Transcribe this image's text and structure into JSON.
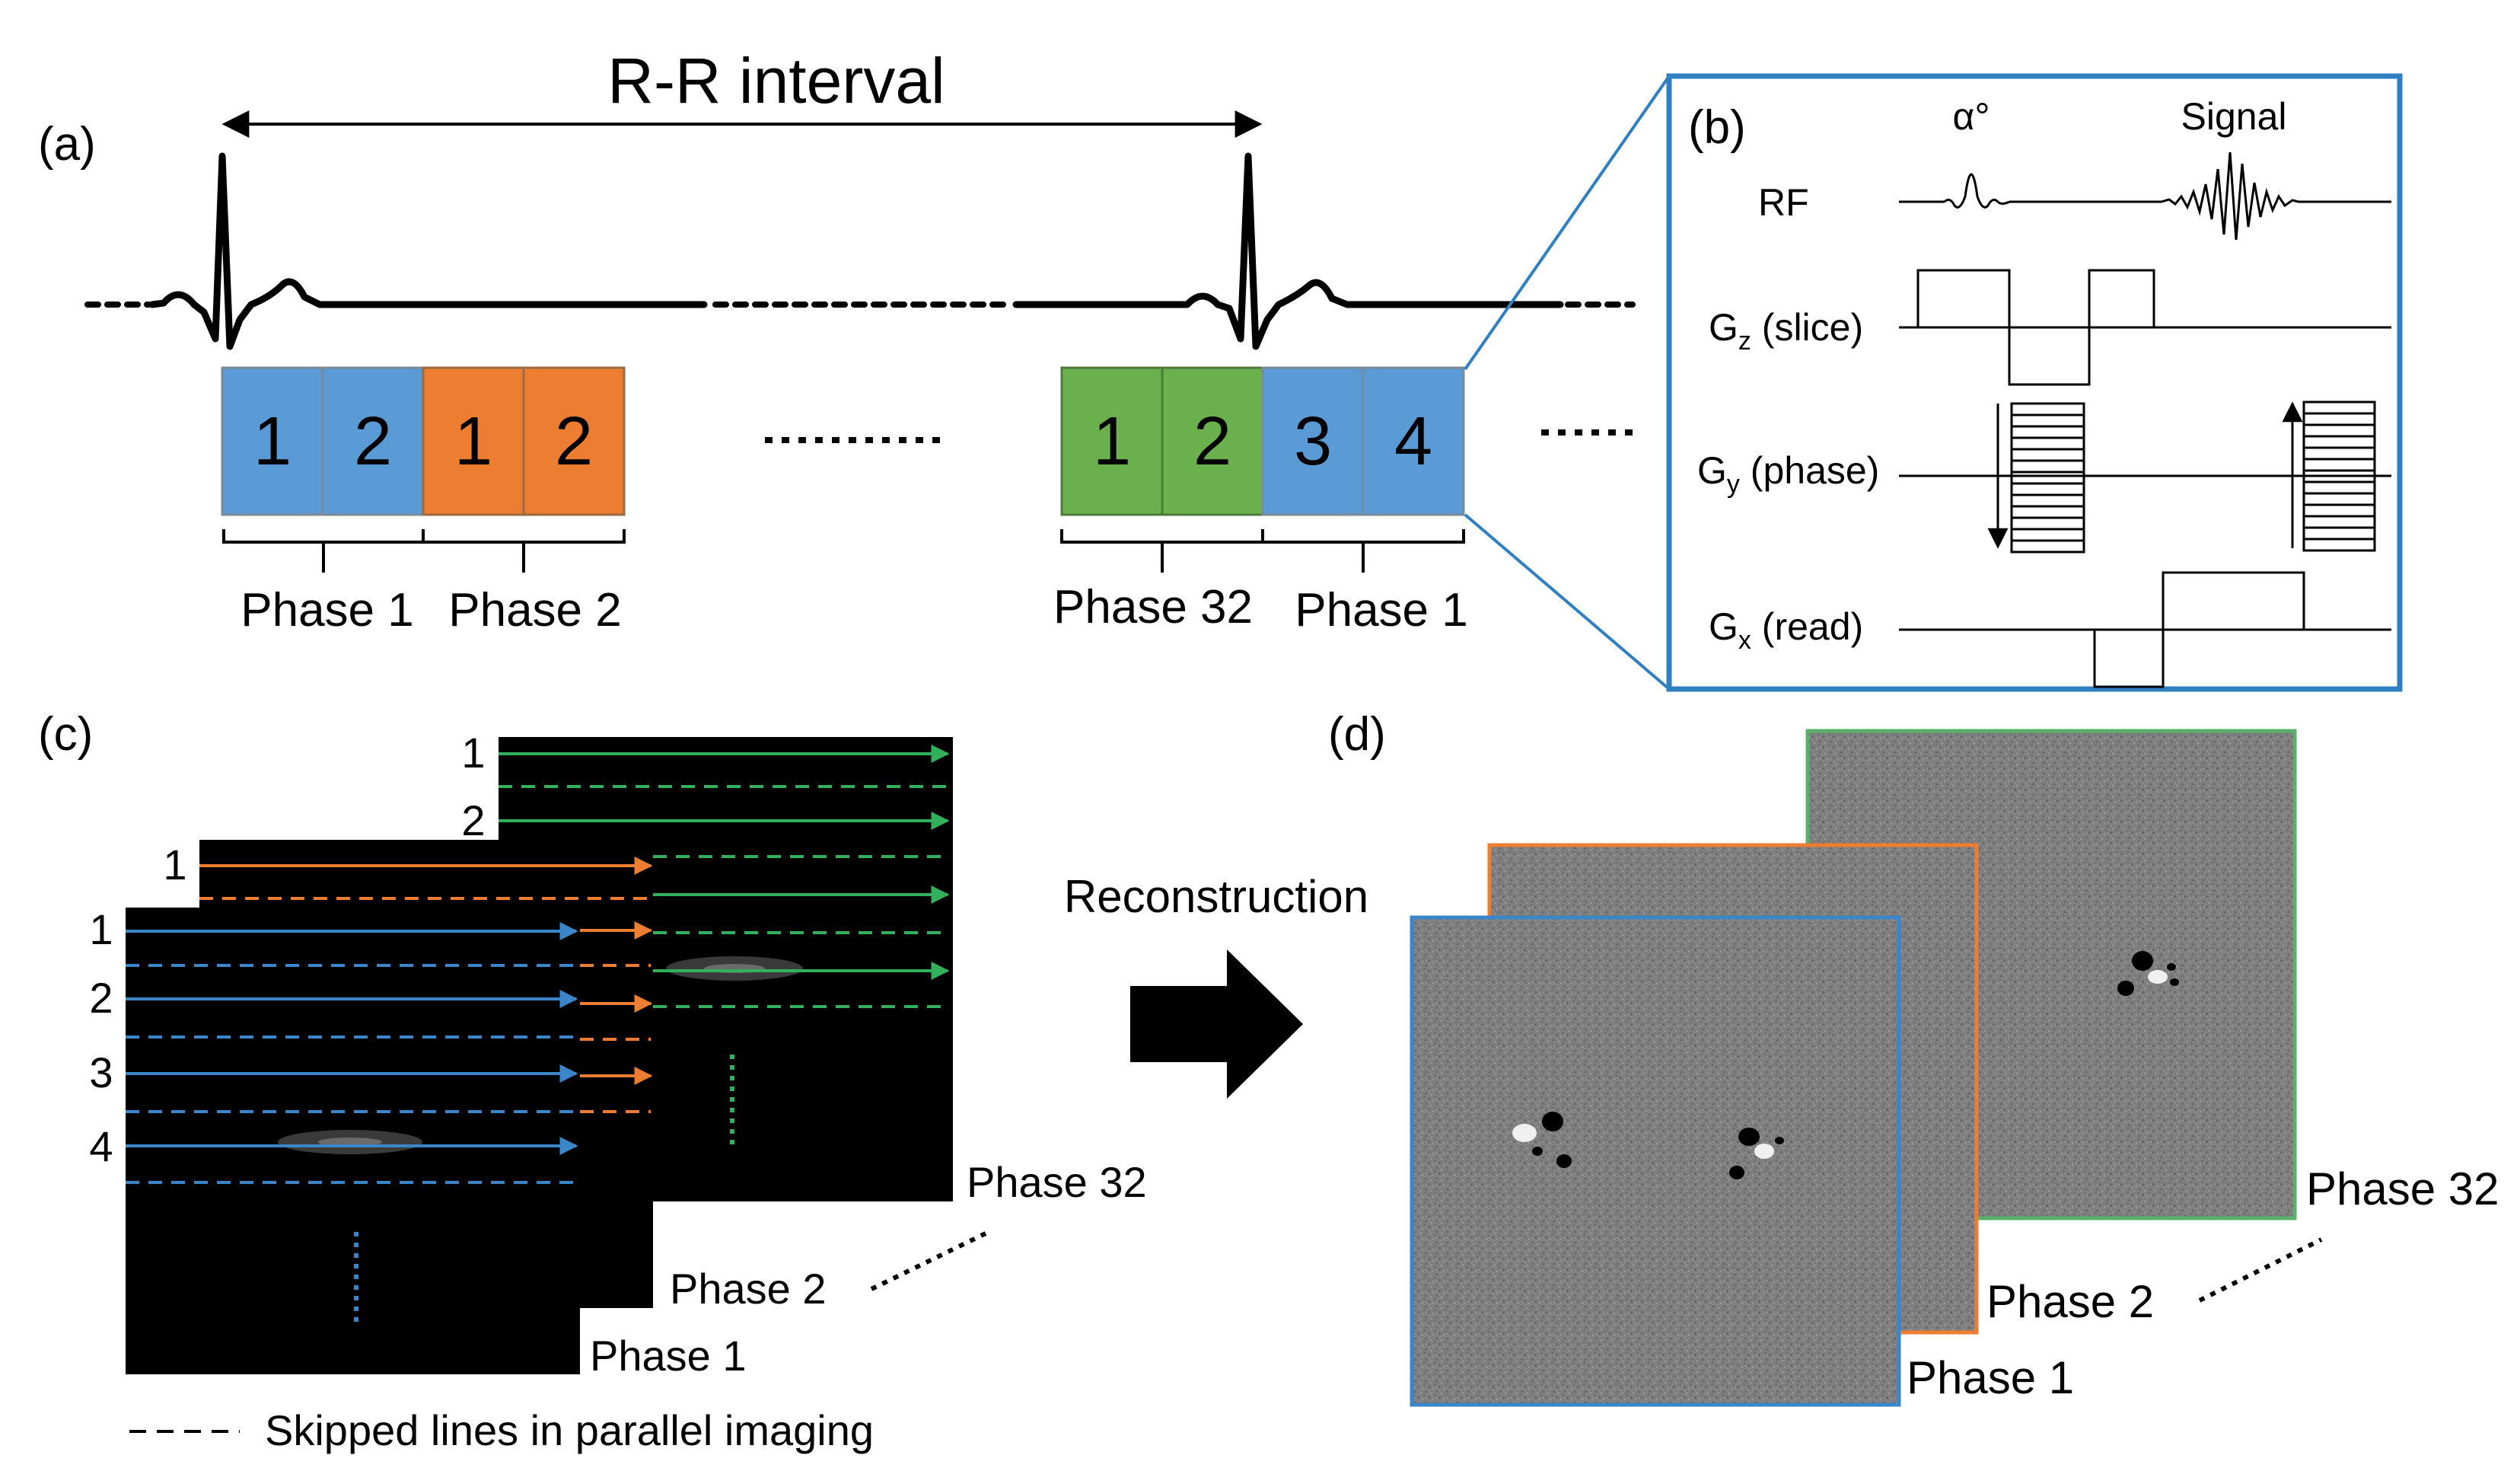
{
  "panel_labels": {
    "a": "(a)",
    "b": "(b)",
    "c": "(c)",
    "d": "(d)"
  },
  "rr_interval": "R-R interval",
  "blocks_group1": [
    {
      "num": "1",
      "color": "blue"
    },
    {
      "num": "2",
      "color": "blue"
    },
    {
      "num": "1",
      "color": "orange"
    },
    {
      "num": "2",
      "color": "orange"
    }
  ],
  "blocks_group2": [
    {
      "num": "1",
      "color": "green"
    },
    {
      "num": "2",
      "color": "green"
    },
    {
      "num": "3",
      "color": "blue"
    },
    {
      "num": "4",
      "color": "blue"
    }
  ],
  "phase_labels_a": [
    "Phase 1",
    "Phase 2",
    "Phase 32",
    "Phase 1"
  ],
  "sequence": {
    "flip_angle": "α°",
    "signal": "Signal",
    "rf": "RF",
    "gz_main": "G",
    "gz_sub": "z",
    "gz_rest": " (slice)",
    "gy_main": "G",
    "gy_sub": "y",
    "gy_rest": " (phase)",
    "gx_main": "G",
    "gx_sub": "x",
    "gx_rest": " (read)"
  },
  "kspace": {
    "phase1_lines": [
      "1",
      "2",
      "3",
      "4"
    ],
    "phase2_lines": [
      "1"
    ],
    "phase32_lines": [
      "1",
      "2"
    ],
    "stack_labels": [
      "Phase 1",
      "Phase 2",
      "Phase 32"
    ],
    "legend": "Skipped lines in parallel imaging"
  },
  "reconstruction": "Reconstruction",
  "recon_labels": [
    "Phase 1",
    "Phase 2",
    "Phase 32"
  ],
  "colors": {
    "blue": "#5a9bd5",
    "orange": "#ed7d31",
    "green": "#6ab04c",
    "box_blue": "#2f7fc1"
  }
}
